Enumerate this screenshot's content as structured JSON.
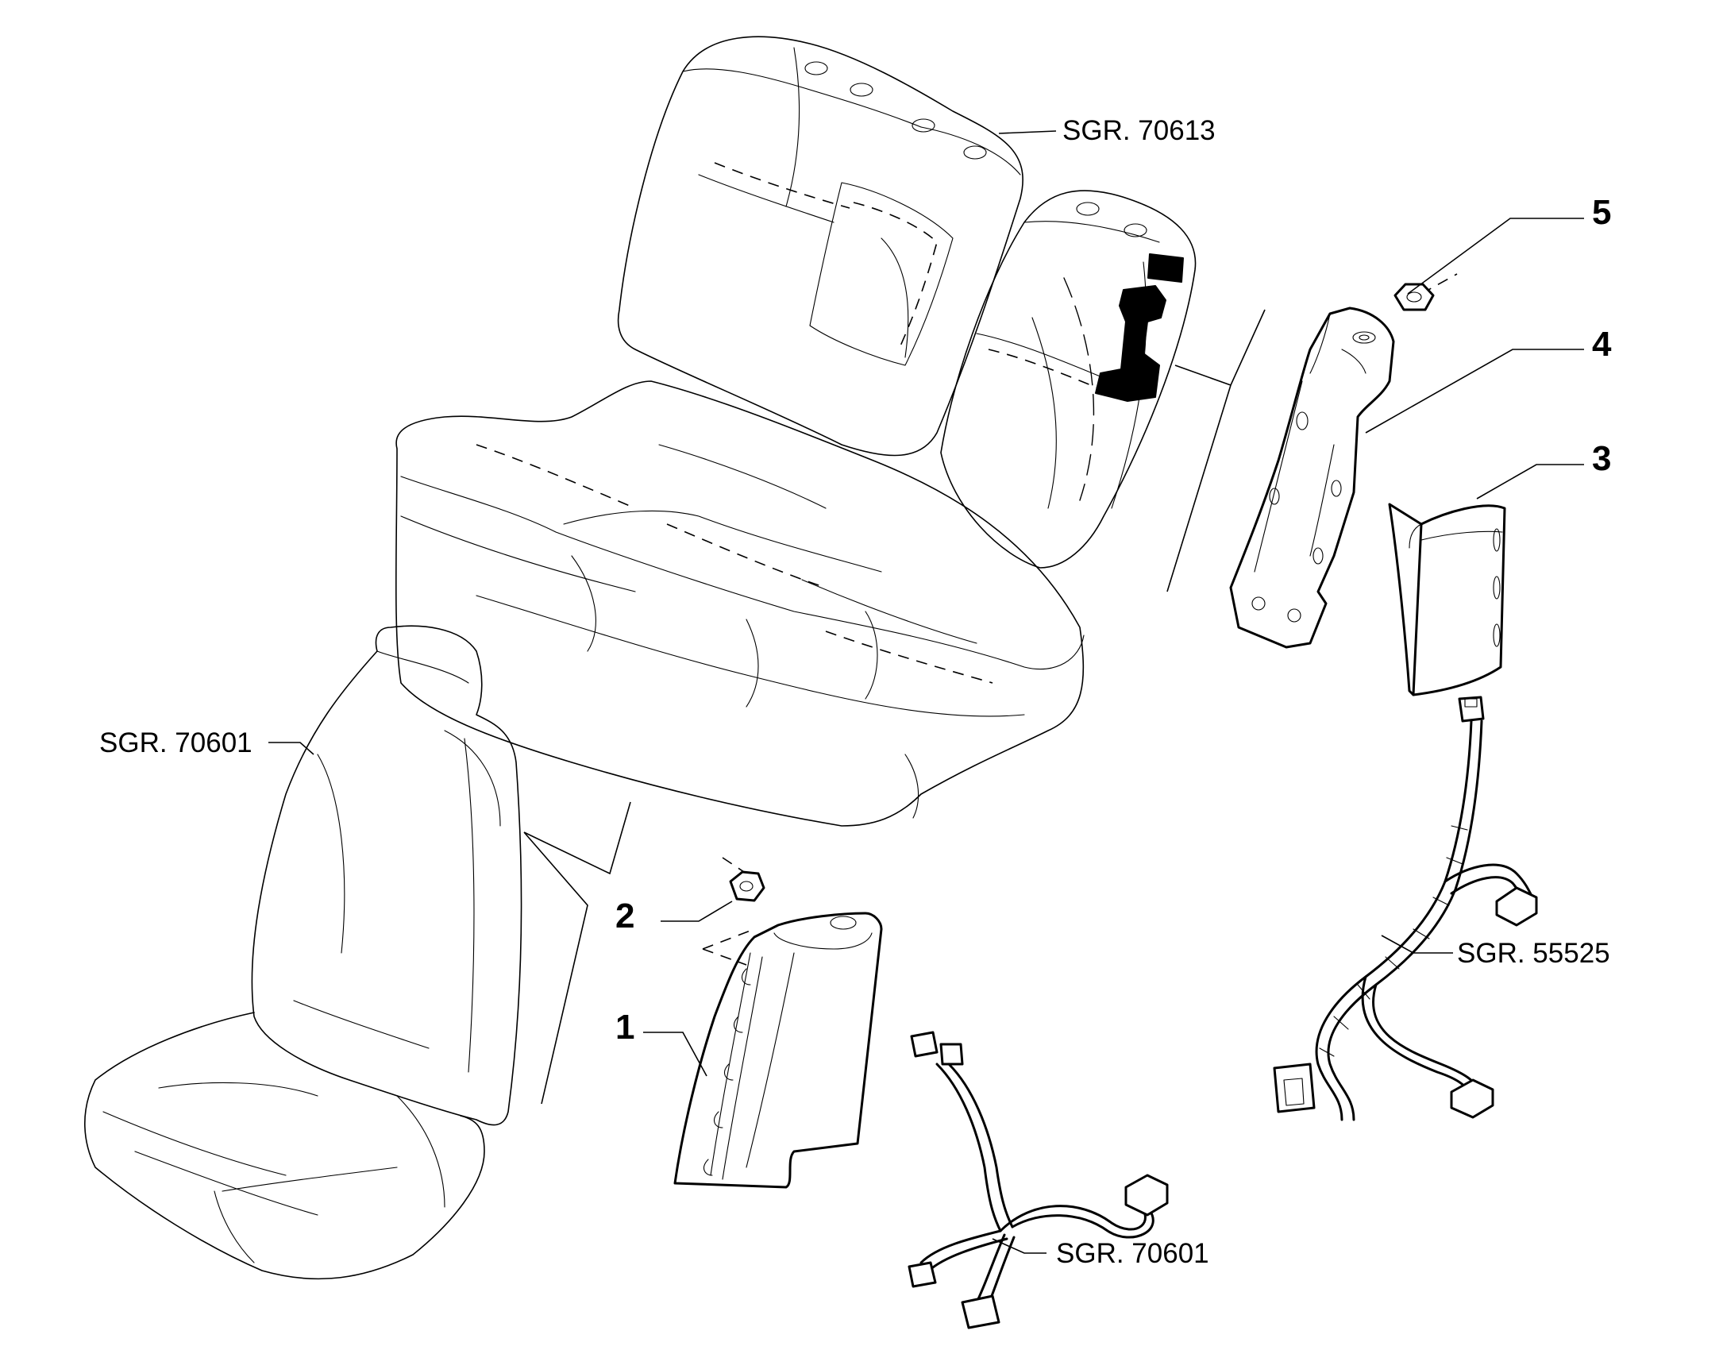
{
  "labels": {
    "sgr_70613": "SGR. 70613",
    "sgr_70601_seat": "SGR. 70601",
    "sgr_70601_harness": "SGR. 70601",
    "sgr_55525": "SGR. 55525"
  },
  "parts": {
    "p1": "1",
    "p2": "2",
    "p3": "3",
    "p4": "4",
    "p5": "5"
  }
}
